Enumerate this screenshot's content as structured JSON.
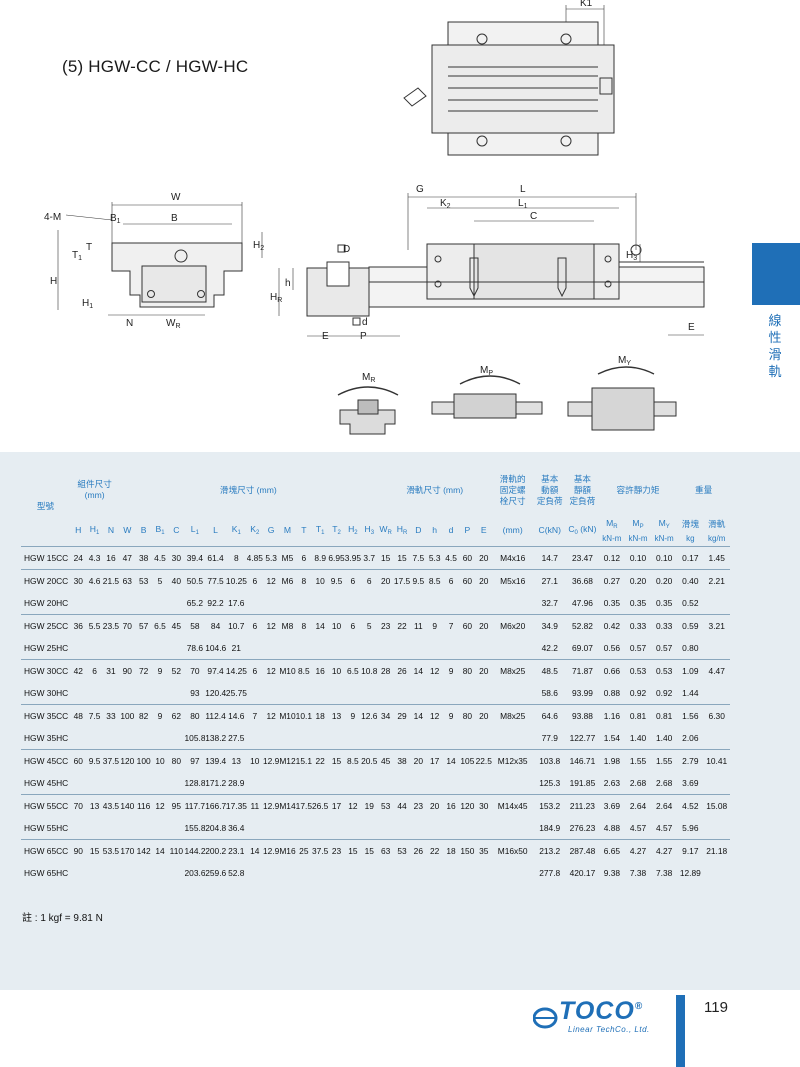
{
  "title": "(5) HGW-CC / HGW-HC",
  "side_label": [
    "線",
    "性",
    "滑",
    "軌"
  ],
  "dimension_labels": {
    "K1": "K1",
    "W": "W",
    "B": "B",
    "B1": "B",
    "four_m": "4-M",
    "T": "T",
    "T1": "T",
    "H": "H",
    "H1": "H",
    "H2": "H",
    "N": "N",
    "WR": "W",
    "D": "D",
    "h": "h",
    "HR": "H",
    "d": "d",
    "E": "E",
    "P": "P",
    "G": "G",
    "K2": "K",
    "L": "L",
    "L1": "L",
    "C": "C",
    "H3": "H",
    "MR": "M",
    "MP": "M",
    "MY": "M",
    "sub_1": "1",
    "sub_2": "2",
    "sub_3": "3",
    "sub_R": "R",
    "sub_P": "P",
    "sub_Y": "Y"
  },
  "table": {
    "header_groups": {
      "model": "型號",
      "assembly": "組件尺寸\n(mm)",
      "block": "滑塊尺寸 (mm)",
      "rail": "滑軌尺寸 (mm)",
      "bolt": "滑軌的\n固定螺\n栓尺寸",
      "dyn": "基本\n動額\n定負荷",
      "static": "基本\n靜額\n定負荷",
      "moment": "容許靜力矩",
      "weight": "重量"
    },
    "columns": [
      "H",
      "H1",
      "N",
      "W",
      "B",
      "B1",
      "C",
      "L1",
      "L",
      "K1",
      "K2",
      "G",
      "M",
      "T",
      "T1",
      "T2",
      "H2",
      "H3",
      "WR",
      "HR",
      "D",
      "h",
      "d",
      "P",
      "E",
      "(mm)",
      "C(kN)",
      "C0 (kN)",
      "MR",
      "MP",
      "MY",
      "滑塊",
      "滑軌"
    ],
    "unit_row": [
      "kN-m",
      "kN-m",
      "kN-m",
      "kg",
      "kg/m"
    ],
    "rows": [
      {
        "model": "HGW 15CC",
        "v": [
          "24",
          "4.3",
          "16",
          "47",
          "38",
          "4.5",
          "30",
          "39.4",
          "61.4",
          "8",
          "4.85",
          "5.3",
          "M5",
          "6",
          "8.9",
          "6.95",
          "3.95",
          "3.7",
          "15",
          "15",
          "7.5",
          "5.3",
          "4.5",
          "60",
          "20",
          "M4x16",
          "14.7",
          "23.47",
          "0.12",
          "0.10",
          "0.10",
          "0.17",
          "1.45"
        ]
      },
      {
        "model": "HGW 20CC",
        "v": [
          "30",
          "4.6",
          "21.5",
          "63",
          "53",
          "5",
          "40",
          "50.5",
          "77.5",
          "10.25",
          "6",
          "12",
          "M6",
          "8",
          "10",
          "9.5",
          "6",
          "6",
          "20",
          "17.5",
          "9.5",
          "8.5",
          "6",
          "60",
          "20",
          "M5x16",
          "27.1",
          "36.68",
          "0.27",
          "0.20",
          "0.20",
          "0.40",
          "2.21"
        ]
      },
      {
        "model": "HGW 20HC",
        "v": [
          "",
          "",
          "",
          "",
          "",
          "",
          "",
          "65.2",
          "92.2",
          "17.6",
          "",
          "",
          "",
          "",
          "",
          "",
          "",
          "",
          "",
          "",
          "",
          "",
          "",
          "",
          "",
          "",
          "32.7",
          "47.96",
          "0.35",
          "0.35",
          "0.35",
          "0.52",
          ""
        ]
      },
      {
        "model": "HGW 25CC",
        "v": [
          "36",
          "5.5",
          "23.5",
          "70",
          "57",
          "6.5",
          "45",
          "58",
          "84",
          "10.7",
          "6",
          "12",
          "M8",
          "8",
          "14",
          "10",
          "6",
          "5",
          "23",
          "22",
          "11",
          "9",
          "7",
          "60",
          "20",
          "M6x20",
          "34.9",
          "52.82",
          "0.42",
          "0.33",
          "0.33",
          "0.59",
          "3.21"
        ]
      },
      {
        "model": "HGW 25HC",
        "v": [
          "",
          "",
          "",
          "",
          "",
          "",
          "",
          "78.6",
          "104.6",
          "21",
          "",
          "",
          "",
          "",
          "",
          "",
          "",
          "",
          "",
          "",
          "",
          "",
          "",
          "",
          "",
          "",
          "42.2",
          "69.07",
          "0.56",
          "0.57",
          "0.57",
          "0.80",
          ""
        ]
      },
      {
        "model": "HGW 30CC",
        "v": [
          "42",
          "6",
          "31",
          "90",
          "72",
          "9",
          "52",
          "70",
          "97.4",
          "14.25",
          "6",
          "12",
          "M10",
          "8.5",
          "16",
          "10",
          "6.5",
          "10.8",
          "28",
          "26",
          "14",
          "12",
          "9",
          "80",
          "20",
          "M8x25",
          "48.5",
          "71.87",
          "0.66",
          "0.53",
          "0.53",
          "1.09",
          "4.47"
        ]
      },
      {
        "model": "HGW 30HC",
        "v": [
          "",
          "",
          "",
          "",
          "",
          "",
          "",
          "93",
          "120.4",
          "25.75",
          "",
          "",
          "",
          "",
          "",
          "",
          "",
          "",
          "",
          "",
          "",
          "",
          "",
          "",
          "",
          "",
          "58.6",
          "93.99",
          "0.88",
          "0.92",
          "0.92",
          "1.44",
          ""
        ]
      },
      {
        "model": "HGW 35CC",
        "v": [
          "48",
          "7.5",
          "33",
          "100",
          "82",
          "9",
          "62",
          "80",
          "112.4",
          "14.6",
          "7",
          "12",
          "M10",
          "10.1",
          "18",
          "13",
          "9",
          "12.6",
          "34",
          "29",
          "14",
          "12",
          "9",
          "80",
          "20",
          "M8x25",
          "64.6",
          "93.88",
          "1.16",
          "0.81",
          "0.81",
          "1.56",
          "6.30"
        ]
      },
      {
        "model": "HGW 35HC",
        "v": [
          "",
          "",
          "",
          "",
          "",
          "",
          "",
          "105.8",
          "138.2",
          "27.5",
          "",
          "",
          "",
          "",
          "",
          "",
          "",
          "",
          "",
          "",
          "",
          "",
          "",
          "",
          "",
          "",
          "77.9",
          "122.77",
          "1.54",
          "1.40",
          "1.40",
          "2.06",
          ""
        ]
      },
      {
        "model": "HGW 45CC",
        "v": [
          "60",
          "9.5",
          "37.5",
          "120",
          "100",
          "10",
          "80",
          "97",
          "139.4",
          "13",
          "10",
          "12.9",
          "M12",
          "15.1",
          "22",
          "15",
          "8.5",
          "20.5",
          "45",
          "38",
          "20",
          "17",
          "14",
          "105",
          "22.5",
          "M12x35",
          "103.8",
          "146.71",
          "1.98",
          "1.55",
          "1.55",
          "2.79",
          "10.41"
        ]
      },
      {
        "model": "HGW 45HC",
        "v": [
          "",
          "",
          "",
          "",
          "",
          "",
          "",
          "128.8",
          "171.2",
          "28.9",
          "",
          "",
          "",
          "",
          "",
          "",
          "",
          "",
          "",
          "",
          "",
          "",
          "",
          "",
          "",
          "",
          "125.3",
          "191.85",
          "2.63",
          "2.68",
          "2.68",
          "3.69",
          ""
        ]
      },
      {
        "model": "HGW 55CC",
        "v": [
          "70",
          "13",
          "43.5",
          "140",
          "116",
          "12",
          "95",
          "117.7",
          "166.7",
          "17.35",
          "11",
          "12.9",
          "M14",
          "17.5",
          "26.5",
          "17",
          "12",
          "19",
          "53",
          "44",
          "23",
          "20",
          "16",
          "120",
          "30",
          "M14x45",
          "153.2",
          "211.23",
          "3.69",
          "2.64",
          "2.64",
          "4.52",
          "15.08"
        ]
      },
      {
        "model": "HGW 55HC",
        "v": [
          "",
          "",
          "",
          "",
          "",
          "",
          "",
          "155.8",
          "204.8",
          "36.4",
          "",
          "",
          "",
          "",
          "",
          "",
          "",
          "",
          "",
          "",
          "",
          "",
          "",
          "",
          "",
          "",
          "184.9",
          "276.23",
          "4.88",
          "4.57",
          "4.57",
          "5.96",
          ""
        ]
      },
      {
        "model": "HGW 65CC",
        "v": [
          "90",
          "15",
          "53.5",
          "170",
          "142",
          "14",
          "110",
          "144.2",
          "200.2",
          "23.1",
          "14",
          "12.9",
          "M16",
          "25",
          "37.5",
          "23",
          "15",
          "15",
          "63",
          "53",
          "26",
          "22",
          "18",
          "150",
          "35",
          "M16x50",
          "213.2",
          "287.48",
          "6.65",
          "4.27",
          "4.27",
          "9.17",
          "21.18"
        ]
      },
      {
        "model": "HGW 65HC",
        "v": [
          "",
          "",
          "",
          "",
          "",
          "",
          "",
          "203.6",
          "259.6",
          "52.8",
          "",
          "",
          "",
          "",
          "",
          "",
          "",
          "",
          "",
          "",
          "",
          "",
          "",
          "",
          "",
          "",
          "277.8",
          "420.17",
          "9.38",
          "7.38",
          "7.38",
          "12.89",
          ""
        ]
      }
    ]
  },
  "note": "註 : 1 kgf = 9.81 N",
  "logo": {
    "name": "TOCO",
    "reg": "®",
    "sub": "Linear TechCo., Ltd."
  },
  "page_number": "119",
  "colors": {
    "accent": "#1f6fb7",
    "table_bg": "#e6edf2"
  }
}
